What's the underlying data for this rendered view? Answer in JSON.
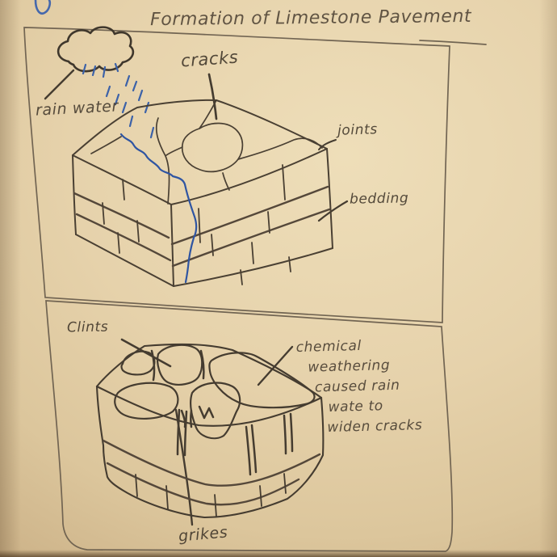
{
  "title": "Formation of Limestone Pavement",
  "panel1": {
    "labels": {
      "rain_water": "rain water",
      "cracks": "cracks",
      "joints": "joints",
      "bedding": "bedding"
    }
  },
  "panel2": {
    "labels": {
      "clints": "Clints",
      "grikes": "grikes"
    },
    "annotation": [
      "chemical",
      "weathering",
      "caused rain",
      "wate to",
      "widen cracks"
    ]
  },
  "colors": {
    "paper": "#e6d2ab",
    "pencil": "#4a4033",
    "pencil_light": "#6b5f4e",
    "ink_blue": "#3c62a8"
  },
  "icons": {
    "rain_cloud": "rain-cloud-icon",
    "rain": "rain-dashes-icon",
    "ink_mark": "blue-ink-mark"
  }
}
